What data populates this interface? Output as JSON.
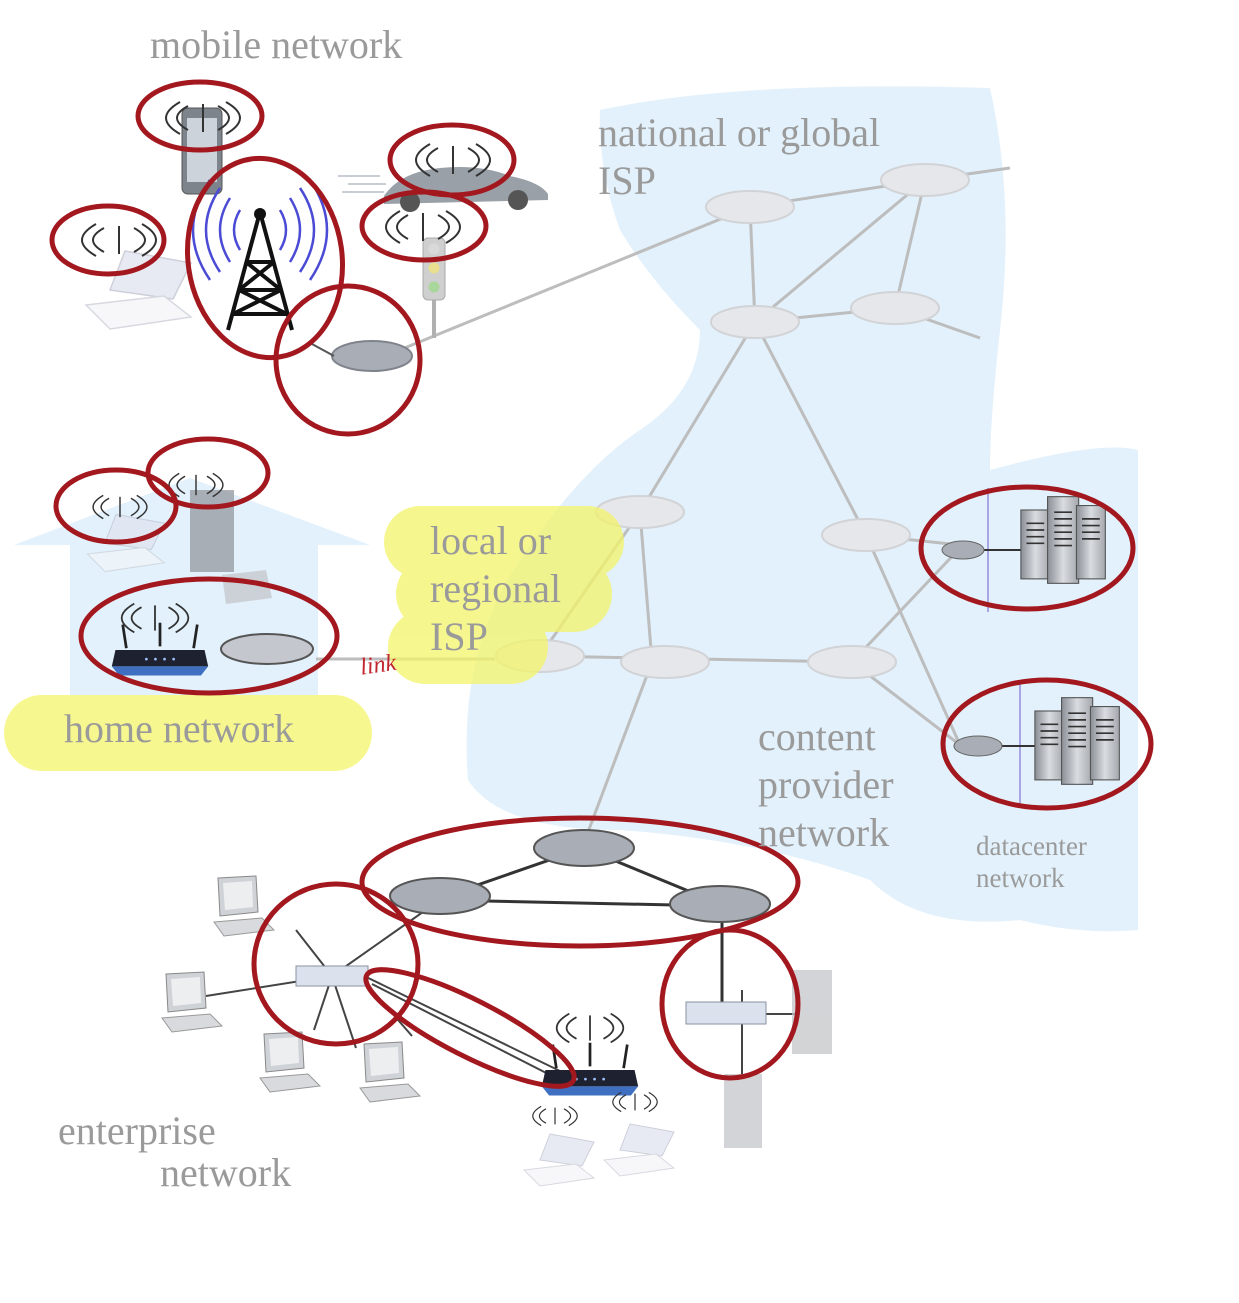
{
  "labels": {
    "mobile_network": "mobile network",
    "isp_line1": "national or global",
    "isp_line2": "ISP",
    "regional_line1": "local or",
    "regional_line2": "regional",
    "regional_line3": "ISP",
    "home_network": "home network",
    "content_line1": "content",
    "content_line2": "provider",
    "content_line3": "network",
    "datacenter_line1": "datacenter",
    "datacenter_line2": "network",
    "enterprise_line1": "enterprise",
    "enterprise_line2": "network",
    "link_annotation": "link"
  },
  "colors": {
    "annotation_red": "#a3181e",
    "highlight_yellow": "#f4f46a",
    "region_blue": "#e2f1fb",
    "router_fill": "#e6e7ea",
    "router_dark": "#a9adb6",
    "link_gray": "#bdbdbd",
    "label_gray": "#9a9a9a"
  }
}
